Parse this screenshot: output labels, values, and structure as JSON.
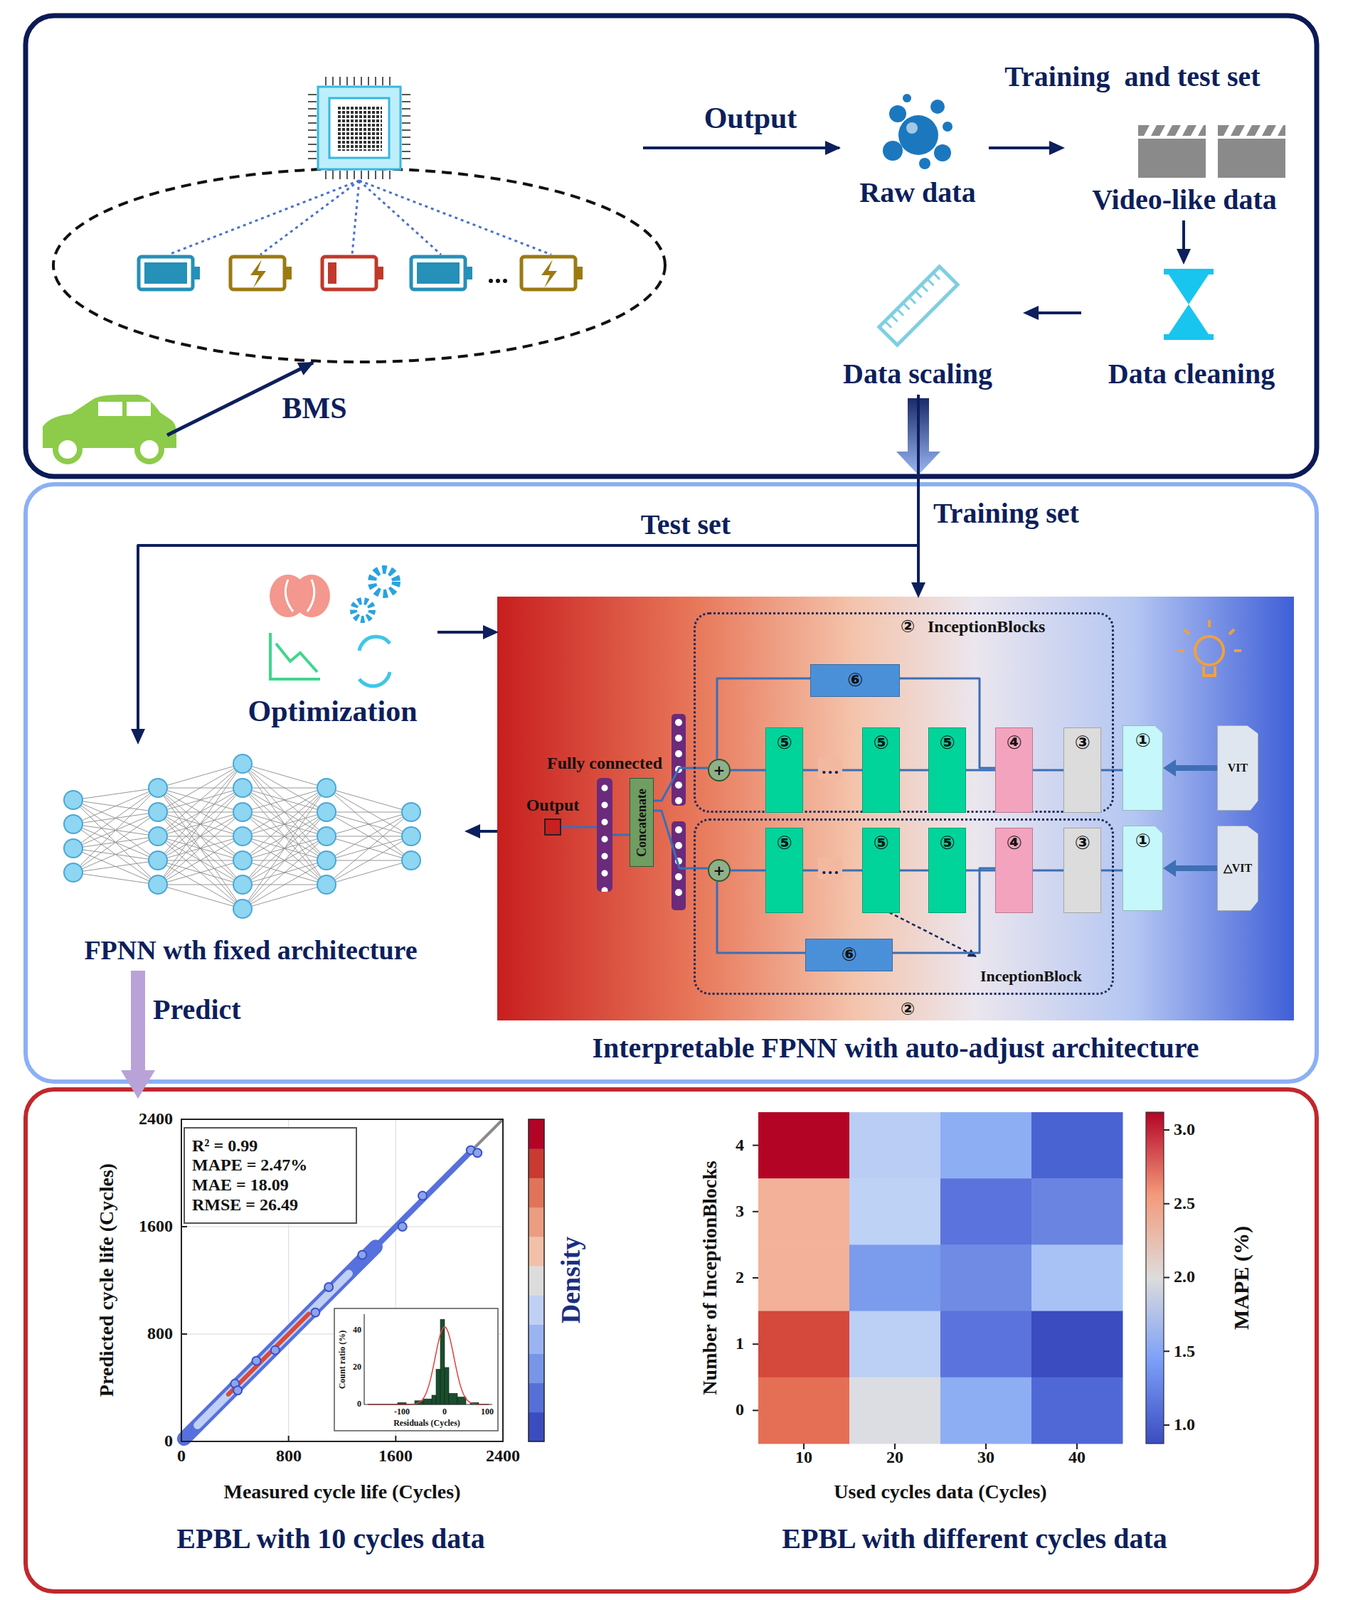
{
  "diagram": {
    "nodes": [
      {
        "text": [
          "Raw data"
        ]
      },
      {
        "text": [
          "Video-like data"
        ]
      },
      {
        "text": [
          "Data cleaning"
        ]
      },
      {
        "text": [
          "Data scaling"
        ]
      },
      {
        "text": [
          "Optimization"
        ]
      },
      {
        "text": [
          "Interpretable FPNN with auto-adjust architecture"
        ]
      },
      {
        "text": [
          "②",
          "InceptionBlocks"
        ],
        "in": 5
      },
      {
        "text": [
          "InceptionBlock",
          "②"
        ],
        "in": 5
      },
      {
        "text": [
          "VIT"
        ],
        "in": 5
      },
      {
        "text": [
          "①"
        ],
        "in": 5
      },
      {
        "text": [
          "③"
        ],
        "in": 6
      },
      {
        "text": [
          "④"
        ],
        "in": 6
      },
      {
        "text": [
          "⑤"
        ],
        "in": 6
      },
      {
        "text": [
          "⑤"
        ],
        "in": 6
      },
      {
        "text": [
          "⑤"
        ],
        "in": 6
      },
      {
        "text": [
          "⑥"
        ],
        "in": 6
      },
      {
        "text": [
          "+"
        ],
        "in": 6
      },
      {
        "text": [
          "△VIT"
        ],
        "in": 5
      },
      {
        "text": [
          "①"
        ],
        "in": 5
      },
      {
        "text": [
          "③"
        ],
        "in": 7
      },
      {
        "text": [
          "④"
        ],
        "in": 7
      },
      {
        "text": [
          "⑤"
        ],
        "in": 7
      },
      {
        "text": [
          "⑤"
        ],
        "in": 7
      },
      {
        "text": [
          "⑤"
        ],
        "in": 7
      },
      {
        "text": [
          "⑥"
        ],
        "in": 7
      },
      {
        "text": [
          "+"
        ],
        "in": 7
      },
      {
        "text": [
          "Concatenate"
        ],
        "in": 5
      },
      {
        "text": [
          "Fully connected"
        ],
        "in": 5
      },
      {
        "text": [
          "Output"
        ],
        "in": 5
      },
      {
        "text": [
          "FPNN wth fixed architecture"
        ]
      },
      {
        "text": [
          "EPBL with 10 cycles data"
        ]
      },
      {
        "text": [
          "R² = 0.99",
          "MAPE = 2.47%",
          "MAE = 18.09",
          "RMSE = 26.49"
        ],
        "in": 30
      },
      {
        "text": [
          "EPBL with different cycles data"
        ]
      }
    ],
    "edges": [
      {
        "from": 0,
        "to": 1,
        "arrow": "to"
      },
      {
        "from": 1,
        "to": 2,
        "arrow": "to"
      },
      {
        "from": 2,
        "to": 3,
        "arrow": "to"
      },
      {
        "from": 3,
        "to": 5,
        "arrow": "to",
        "label": "Training set"
      },
      {
        "from": 3,
        "to": 29,
        "arrow": "to",
        "label": "Test set"
      },
      {
        "from": 4,
        "to": 5,
        "arrow": "to"
      },
      {
        "from": 5,
        "to": 29,
        "arrow": "to"
      },
      {
        "from": 29,
        "to": 30,
        "arrow": "to",
        "label": "Predict"
      },
      {
        "from": 8,
        "to": 9,
        "arrow": "to"
      },
      {
        "from": 9,
        "to": 10,
        "arrow": "none"
      },
      {
        "from": 10,
        "to": 11,
        "arrow": "none"
      },
      {
        "from": 11,
        "to": 12,
        "arrow": "none"
      },
      {
        "from": 12,
        "to": 13,
        "arrow": "none"
      },
      {
        "from": 13,
        "to": 14,
        "arrow": "none",
        "label": "…"
      },
      {
        "from": 14,
        "to": 16,
        "arrow": "none"
      },
      {
        "from": 11,
        "to": 15,
        "arrow": "none"
      },
      {
        "from": 15,
        "to": 16,
        "arrow": "none"
      },
      {
        "from": 16,
        "to": 26,
        "arrow": "none"
      },
      {
        "from": 17,
        "to": 18,
        "arrow": "to"
      },
      {
        "from": 18,
        "to": 19,
        "arrow": "none"
      },
      {
        "from": 19,
        "to": 20,
        "arrow": "none"
      },
      {
        "from": 20,
        "to": 21,
        "arrow": "none"
      },
      {
        "from": 21,
        "to": 22,
        "arrow": "none"
      },
      {
        "from": 22,
        "to": 23,
        "arrow": "none",
        "label": "…"
      },
      {
        "from": 23,
        "to": 25,
        "arrow": "none"
      },
      {
        "from": 20,
        "to": 24,
        "arrow": "none"
      },
      {
        "from": 24,
        "to": 25,
        "arrow": "none"
      },
      {
        "from": 25,
        "to": 26,
        "arrow": "none"
      },
      {
        "from": 26,
        "to": 27,
        "arrow": "none"
      },
      {
        "from": 27,
        "to": 28,
        "arrow": "none"
      }
    ],
    "labels": [
      "Training  and test set",
      "Output",
      "BMS",
      "2400",
      "1600",
      "800",
      "0",
      "0",
      "800",
      "1600",
      "2400",
      "Predicted cycle life (Cycles)",
      "Measured cycle life (Cycles)",
      "Density",
      "40",
      "20",
      "0",
      "-100",
      "0",
      "100",
      "Count ratio (%)",
      "Residuals (Cycles)",
      "4",
      "3",
      "2",
      "1",
      "0",
      "10",
      "20",
      "30",
      "40",
      "Number of InceptionBlocks",
      "Used cycles data (Cycles)",
      "3.0",
      "2.5",
      "2.0",
      "1.5",
      "1.0",
      "MAPE (%)"
    ]
  }
}
